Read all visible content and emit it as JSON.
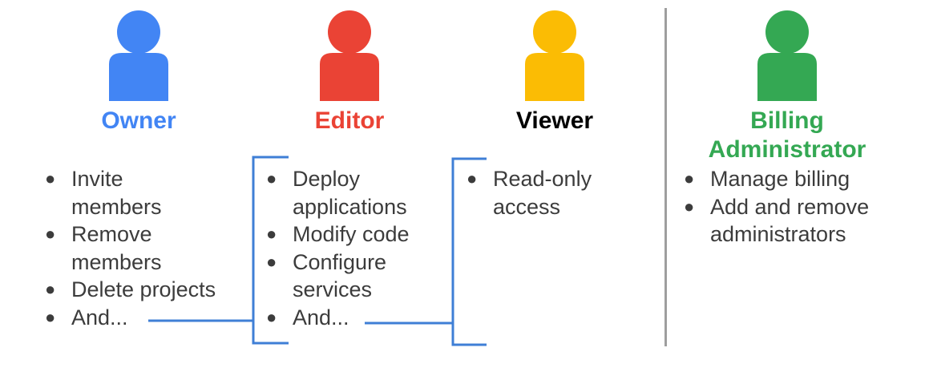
{
  "colors": {
    "owner": "#4285f4",
    "editor": "#ea4335",
    "viewer": "#fbbc04",
    "billing": "#34a853",
    "bracket": "#3f7fd6",
    "viewer_title": "#000000",
    "divider": "#9e9e9e"
  },
  "roles": [
    {
      "id": "owner",
      "icon": "person-icon",
      "title": "Owner",
      "items": [
        "Invite",
        "members",
        "Remove",
        "members",
        "Delete projects",
        "And..."
      ]
    },
    {
      "id": "editor",
      "icon": "person-icon",
      "title": "Editor",
      "items": [
        "Deploy",
        "applications",
        "Modify code",
        "Configure",
        "services",
        "And..."
      ]
    },
    {
      "id": "viewer",
      "icon": "person-icon",
      "title": "Viewer",
      "items": [
        "Read-only",
        "access"
      ]
    },
    {
      "id": "billing",
      "icon": "person-icon",
      "title_line1": "Billing",
      "title_line2": "Administrator",
      "items": [
        "Manage billing",
        "Add and remove",
        "administrators"
      ]
    }
  ]
}
